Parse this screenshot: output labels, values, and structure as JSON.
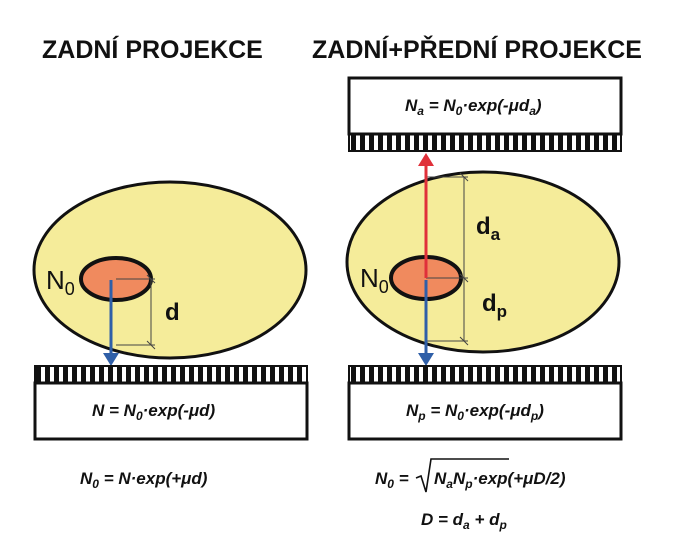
{
  "left": {
    "title": "ZADNÍ PROJEKCE",
    "source_label": "N0",
    "depth_label": "d",
    "detector_equation": "N = N0·exp(-μd)",
    "result_equation": "N0 = N·exp(+μd)"
  },
  "right": {
    "title": "ZADNÍ+PŘEDNÍ PROJEKCE",
    "source_label": "N0",
    "depth_anterior_label": "da",
    "depth_posterior_label": "dp",
    "anterior_detector_equation": "Na = N0·exp(-μda)",
    "posterior_detector_equation": "Np = N0·exp(-μdp)",
    "result_equation": "N0 = √NaNp·exp(+μD/2)",
    "depth_sum_equation": "D = da + dp"
  },
  "colors": {
    "body": "#f5ec9a",
    "source": "#f08a5e",
    "arrow_down": "#2f5fa8",
    "arrow_up": "#e0303a"
  }
}
